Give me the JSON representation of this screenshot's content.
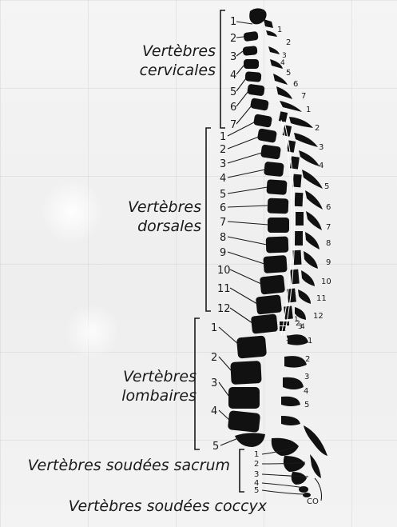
{
  "regions": {
    "cervical": [
      "Vertèbres",
      "cervicales"
    ],
    "dorsal": [
      "Vertèbres",
      "dorsales"
    ],
    "lumbar": [
      "Vertèbres",
      "lombaires"
    ],
    "sacrum": "Vertèbres soudées sacrum",
    "coccyx": "Vertèbres soudées coccyx"
  },
  "left_labels": {
    "cervical": [
      "1",
      "2",
      "3",
      "4",
      "5",
      "6",
      "7"
    ],
    "dorsal": [
      "1",
      "2",
      "3",
      "4",
      "5",
      "6",
      "7",
      "8",
      "9",
      "10",
      "11",
      "12"
    ],
    "lumbar": [
      "1",
      "2",
      "3",
      "4",
      "5"
    ],
    "sacrum": [
      "1",
      "2",
      "3",
      "4",
      "5"
    ]
  },
  "right_labels": {
    "cervical": [
      "1",
      "2",
      "3",
      "4",
      "5",
      "6",
      "7"
    ],
    "dorsal": [
      "1",
      "2",
      "3",
      "4",
      "5",
      "6",
      "7",
      "8",
      "9",
      "10",
      "11",
      "12"
    ],
    "lumbar": [
      "1",
      "2",
      "3",
      "4",
      "5"
    ],
    "sacral_small": [
      "1",
      "2",
      "3",
      "4",
      "5"
    ],
    "coccyx": "CO"
  }
}
